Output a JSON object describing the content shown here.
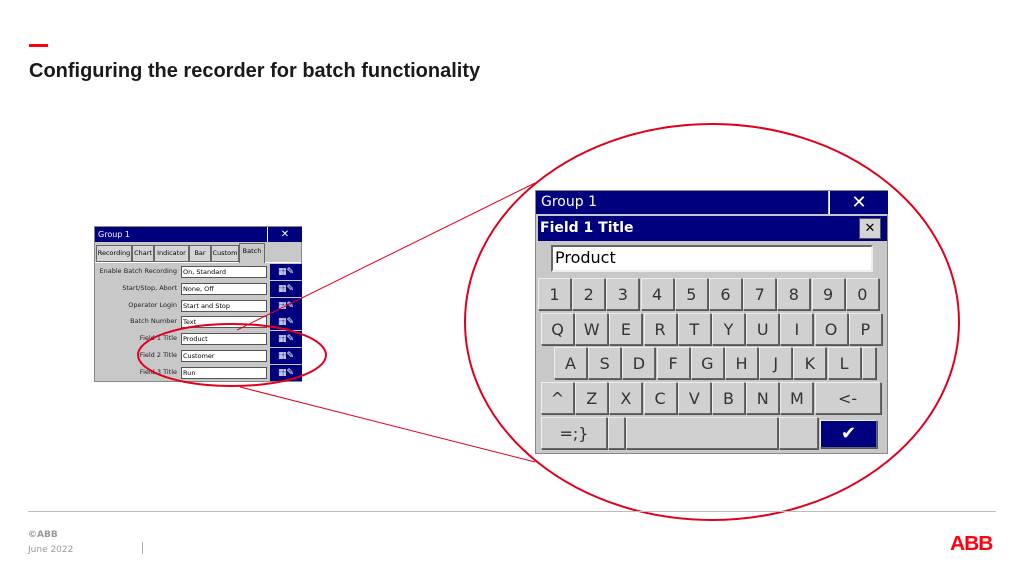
{
  "slide": {
    "title": "Configuring the recorder for batch functionality",
    "accent_color": "#ff000f"
  },
  "small_panel": {
    "title": "Group 1",
    "close_glyph": "✕",
    "tabs": [
      {
        "label": "Recording"
      },
      {
        "label": "Chart"
      },
      {
        "label": "Indicator"
      },
      {
        "label": "Bar"
      },
      {
        "label": "Custom"
      },
      {
        "label": "Batch",
        "active": true
      }
    ],
    "rows": [
      {
        "label": "Enable Batch Recording",
        "value": "On, Standard"
      },
      {
        "label": "Start/Stop, Abort",
        "value": "None, Off"
      },
      {
        "label": "Operator Login",
        "value": "Start and Stop"
      },
      {
        "label": "Batch Number",
        "value": "Text"
      },
      {
        "label": "Field 1 Title",
        "value": "Product"
      },
      {
        "label": "Field 2 Title",
        "value": "Customer"
      },
      {
        "label": "Field 3 Title",
        "value": "Run"
      }
    ],
    "edit_glyph": "▦✎"
  },
  "keyboard_panel": {
    "title": "Group 1",
    "close_glyph": "✕",
    "dialog_title": "Field 1 Title",
    "dialog_close": "✕",
    "input_value": "Product",
    "rows": [
      [
        "1",
        "2",
        "3",
        "4",
        "5",
        "6",
        "7",
        "8",
        "9",
        "0"
      ],
      [
        "Q",
        "W",
        "E",
        "R",
        "T",
        "Y",
        "U",
        "I",
        "O",
        "P"
      ],
      [
        "A",
        "S",
        "D",
        "F",
        "G",
        "H",
        "J",
        "K",
        "L"
      ],
      [
        "^",
        "Z",
        "X",
        "C",
        "V",
        "B",
        "N",
        "M",
        "<-"
      ]
    ],
    "symbols_key": "=;}",
    "ok_glyph": "✔"
  },
  "footer": {
    "copyright": "©ABB",
    "date": "June 2022",
    "logo": "ABB",
    "logo_color": "#ff000f"
  },
  "highlight_color": "#e0001b"
}
